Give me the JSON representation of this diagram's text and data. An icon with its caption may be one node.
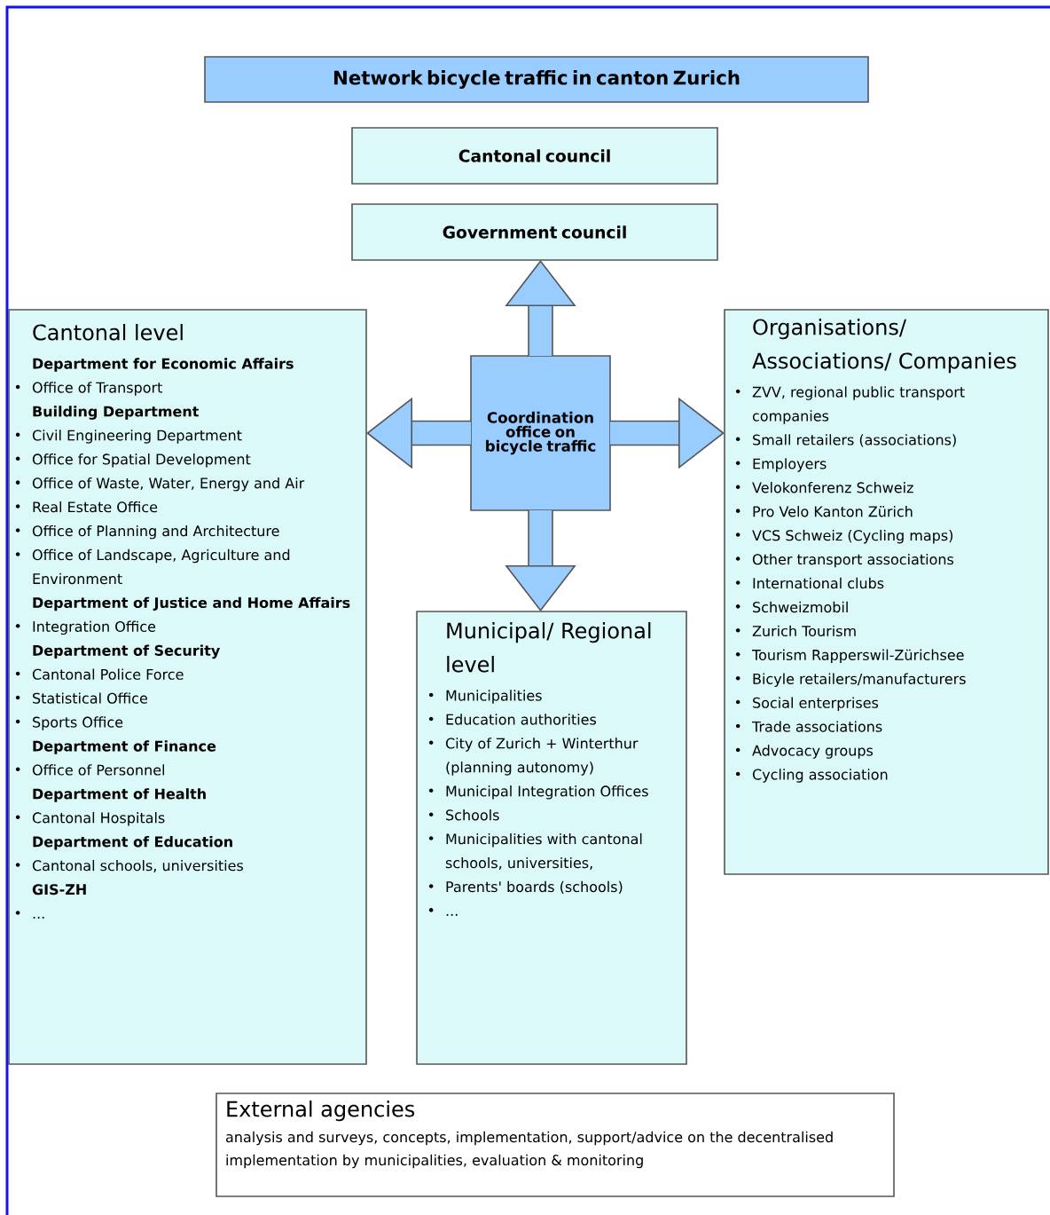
{
  "diagram": {
    "nodes": [
      {
        "text": [
          "Network bicycle traffic in canton Zurich"
        ]
      },
      {
        "text": [
          "Cantonal council"
        ]
      },
      {
        "text": [
          "Government council"
        ]
      },
      {
        "text": [
          "Cantonal level",
          "**Department for Economic Affairs**",
          "Office of Transport",
          "**Building Department**",
          "Civil Engineering Department",
          "Office for Spatial Development",
          "Office of Waste, Water, Energy and Air",
          "Real Estate Office",
          "Office of Planning and Architecture",
          "Office of Landscape, Agriculture and Environment",
          "**Department of Justice and Home Affairs**",
          "Integration Office",
          "**Department of Security**",
          "Cantonal Police Force",
          "Statistical Office",
          "Sports Office",
          "**Department of Finance**",
          "Office of Personnel",
          "**Department of Health**",
          "Cantonal Hospitals",
          "**Department of Education**",
          "Cantonal schools, universities",
          "**GIS-ZH**",
          "..."
        ]
      },
      {
        "text": [
          "Coordination office on bicycle traffic"
        ]
      },
      {
        "text": [
          "Organisations/ Associations/ Companies",
          "ZVV, regional public transport companies",
          "Small retailers (associations)",
          "Employers",
          "Velokonferenz Schweiz",
          "Pro Velo Kanton Zürich",
          "VCS Schweiz (Cycling maps)",
          "Other transport associations",
          "International clubs",
          "Schweizmobil",
          "Zurich Tourism",
          "Tourism Rapperswil-Zürichsee",
          "Bicyle retailers/manufacturers",
          "Social enterprises",
          "Trade associations",
          "Advocacy groups",
          "Cycling association"
        ]
      },
      {
        "text": [
          "Municipal/ Regional level",
          "Municipalities",
          "Education authorities",
          "City of Zurich + Winterthur (planning autonomy)",
          "Municipal Integration Offices",
          "Schools",
          "Municipalities with cantonal schools, universities,",
          "Parents' boards (schools)",
          "..."
        ]
      },
      {
        "text": [
          "External agencies",
          "analysis and surveys, concepts, implementation, support/advice on the decentralised implementation by municipalities, evaluation & monitoring"
        ]
      }
    ],
    "edges": [
      {
        "from": 4,
        "to": 2,
        "arrow": "to"
      },
      {
        "from": 4,
        "to": 3,
        "arrow": "to"
      },
      {
        "from": 4,
        "to": 5,
        "arrow": "to"
      },
      {
        "from": 4,
        "to": 6,
        "arrow": "to"
      }
    ]
  }
}
